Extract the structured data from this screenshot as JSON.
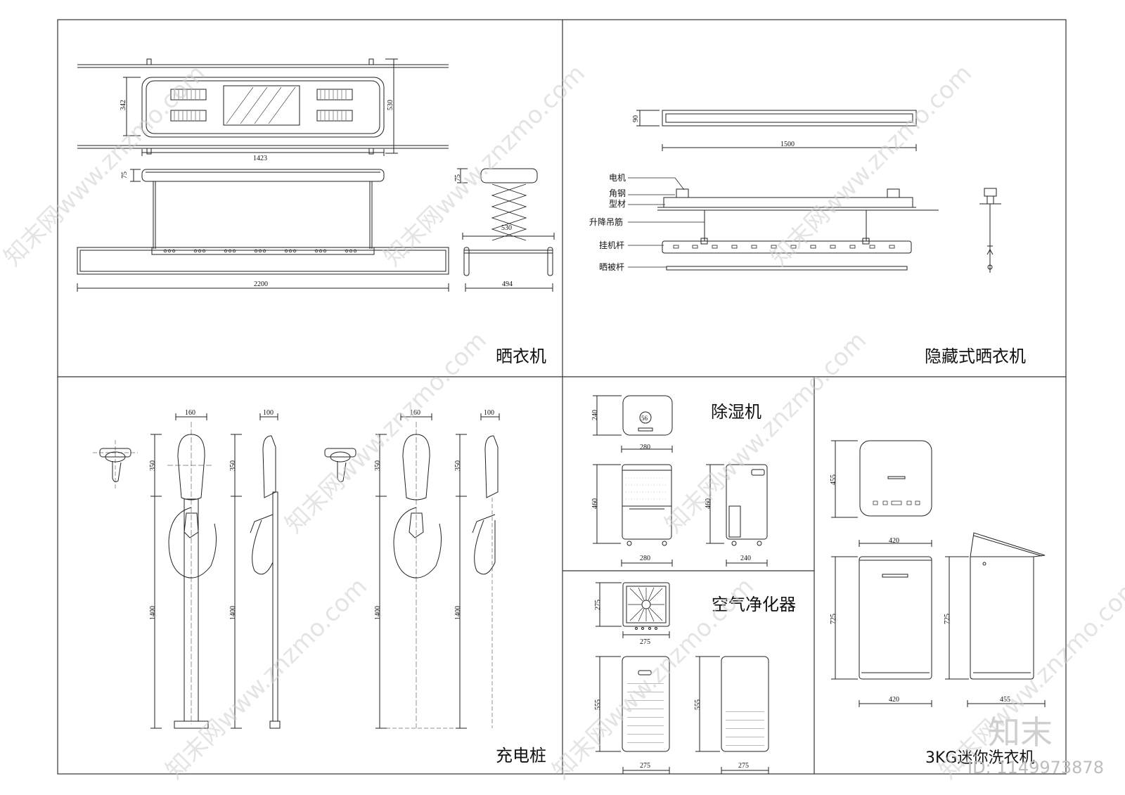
{
  "panels": {
    "clothes_dryer": {
      "title": "晒衣机",
      "dims": {
        "h342": "342",
        "h530": "530",
        "w1423": "1423",
        "h75": "75",
        "h75b": "75",
        "w530": "530",
        "w2200": "2200",
        "w494": "494"
      }
    },
    "hidden_dryer": {
      "title": "隐藏式晒衣机",
      "dims": {
        "h90": "90",
        "w1500": "1500"
      },
      "labels": {
        "motor": "电机",
        "angle_steel": "角钢",
        "profile": "型材",
        "lift_rod": "升降吊筋",
        "hang_bar": "挂机杆",
        "quilt_bar": "晒被杆"
      }
    },
    "charger": {
      "title": "充电桩",
      "dims": {
        "w160": "160",
        "w100": "100",
        "h350": "350",
        "h1400": "1400"
      }
    },
    "dehumidifier": {
      "title": "除湿机",
      "display": "56",
      "dims": {
        "h240": "240",
        "w280": "280",
        "h460": "460",
        "w240": "240"
      }
    },
    "air_purifier": {
      "title": "空气净化器",
      "dims": {
        "h275": "275",
        "w275": "275",
        "h555": "555"
      }
    },
    "mini_washer": {
      "title": "3KG迷你洗衣机",
      "dims": {
        "h455": "455",
        "w420": "420",
        "h725": "725",
        "w455": "455"
      }
    }
  },
  "watermark": {
    "text": "知末网www.znzmo.com",
    "logo": "知末",
    "id": "ID: 1149973878"
  }
}
